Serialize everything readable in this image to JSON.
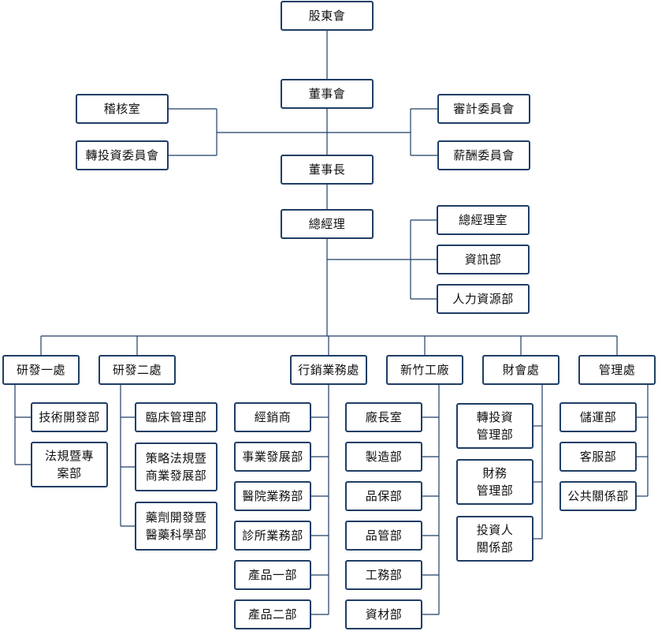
{
  "colors": {
    "border": "#1f3e66",
    "line": "#1f3e66",
    "text": "#111111"
  },
  "nodes": {
    "shareholders": "股東會",
    "board": "董事會",
    "audit_office": "稽核室",
    "reinvest_committee": "轉投資委員會",
    "audit_committee": "審計委員會",
    "remuneration_committee": "薪酬委員會",
    "chairman": "董事長",
    "president": "總經理",
    "president_office": "總經理室",
    "it_dept": "資訊部",
    "hr_dept": "人力資源部",
    "rd1": "研發一處",
    "rd2": "研發二處",
    "marketing": "行銷業務處",
    "hsinchu_plant": "新竹工廠",
    "finance": "財會處",
    "management": "管理處",
    "tech_dev": "技術開發部",
    "legal_patent": "法規暨專\n案部",
    "clinical": "臨床管理部",
    "strategy": "策略法規暨\n商業發展部",
    "pharma": "藥劑開發暨\n醫藥科學部",
    "distributor": "經銷商",
    "business_dev": "事業發展部",
    "hospital_sales": "醫院業務部",
    "clinic_sales": "診所業務部",
    "product1": "產品一部",
    "product2": "產品二部",
    "plant_manager": "廠長室",
    "manufacturing": "製造部",
    "qa": "品保部",
    "qc": "品管部",
    "engineering": "工務部",
    "materials": "資材部",
    "reinvest_mgmt": "轉投資\n管理部",
    "financial_mgmt": "財務\n管理部",
    "investor_relations": "投資人\n關係部",
    "logistics": "儲運部",
    "customer_service": "客服部",
    "public_relations": "公共關係部"
  }
}
